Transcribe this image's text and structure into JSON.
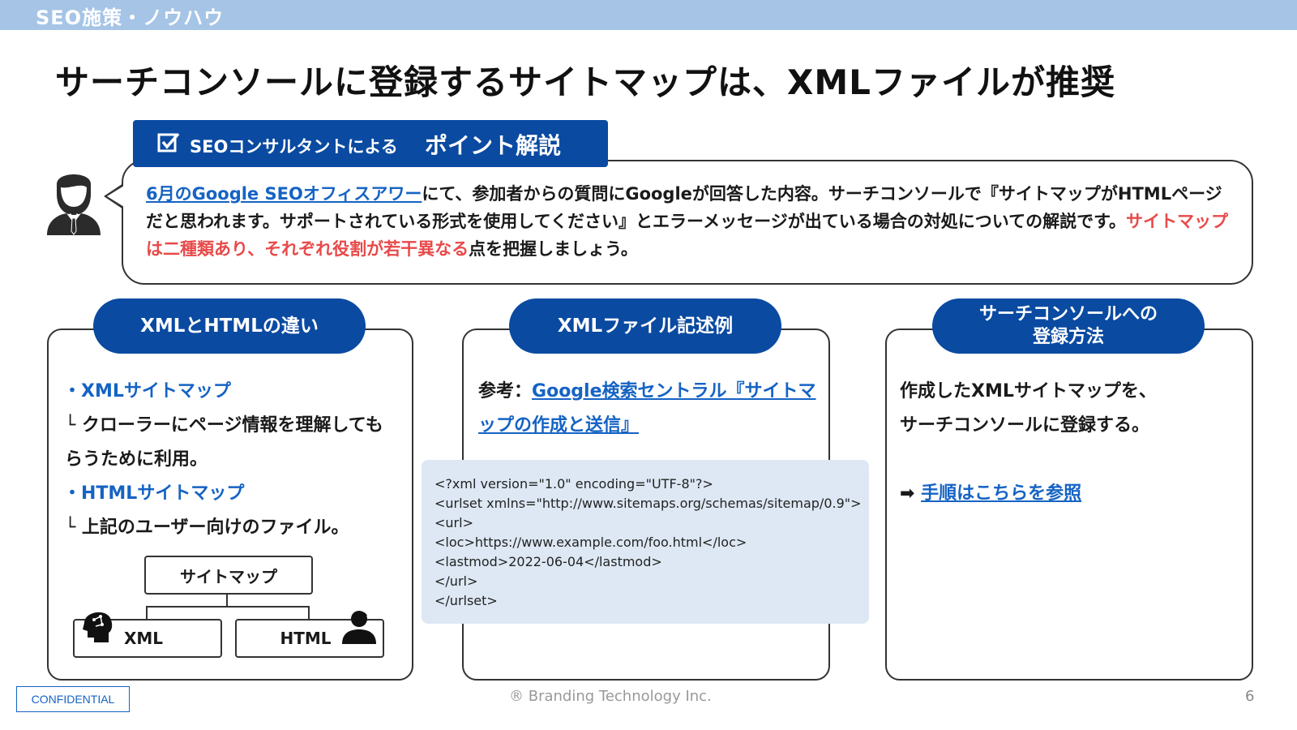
{
  "header": {
    "category": "SEO施策・ノウハウ"
  },
  "title": "サーチコンソールに登録するサイトマップは、XMLファイルが推奨",
  "point": {
    "tab_small": "SEOコンサルタントによる",
    "tab_big": "ポイント解説",
    "link_text": "6月のGoogle SEOオフィスアワー",
    "text_1": "にて、参加者からの質問にGoogleが回答した内容。サーチコンソールで『サイトマップがHTMLページだと思われます。サポートされている形式を使用してください』とエラーメッセージが出ている場合の対処についての解説です。",
    "highlight": "サイトマップは二種類あり、それぞれ役割が若干異なる",
    "text_2": "点を把握しましょう。"
  },
  "col1": {
    "heading": "XMLとHTMLの違い",
    "item1_title": "・XMLサイトマップ",
    "item1_desc": "└ クローラーにページ情報を理解してもらうために利用。",
    "item2_title": "・HTMLサイトマップ",
    "item2_desc": "└ 上記のユーザー向けのファイル。",
    "diagram": {
      "root": "サイトマップ",
      "left": "XML",
      "right": "HTML"
    }
  },
  "col2": {
    "heading": "XMLファイル記述例",
    "ref_label": "参考：",
    "ref_link": "Google検索セントラル『サイトマップの作成と送信』",
    "code": [
      "<?xml version=\"1.0\" encoding=\"UTF-8\"?>",
      "<urlset xmlns=\"http://www.sitemaps.org/schemas/sitemap/0.9\">",
      "<url>",
      "<loc>https://www.example.com/foo.html</loc>",
      "<lastmod>2022-06-04</lastmod>",
      "</url>",
      "</urlset>"
    ]
  },
  "col3": {
    "heading": "サーチコンソールへの\n登録方法",
    "heading_line1": "サーチコンソールへの",
    "heading_line2": "登録方法",
    "text": "作成したXMLサイトマップを、サーチコンソールに登録する。",
    "arrow": "➡",
    "link": "手順はこちらを参照"
  },
  "footer": {
    "confidential": "CONFIDENTIAL",
    "copyright": "® Branding Technology Inc.",
    "page": "6"
  },
  "colors": {
    "brand_blue": "#0a4aa1",
    "link_blue": "#1563c4",
    "accent_red": "#e84a4a",
    "topbar": "#a5c4e6"
  }
}
